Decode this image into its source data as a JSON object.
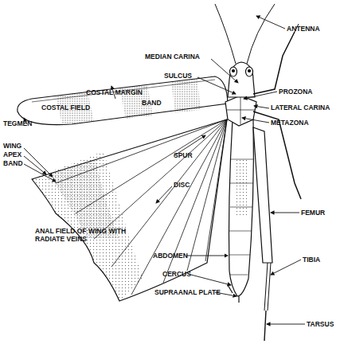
{
  "diagram": {
    "labels": [
      "ANTENNA",
      "MEDIAN CARINA",
      "SULCUS",
      "PROZONA",
      "LATERAL CARINA",
      "METAZONA",
      "COSTAL MARGIN",
      "BAND",
      "COSTAL FIELD",
      "TEGMEN",
      "SPUR",
      "WING",
      "APEX",
      "BAND",
      "DISC",
      "ANAL FIELD OF WING WITH RADIATE VEINS",
      "FEMUR",
      "TIBIA",
      "ABDOMEN",
      "CERCUS",
      "SUPRAANAL PLATE",
      "TARSUS"
    ]
  }
}
